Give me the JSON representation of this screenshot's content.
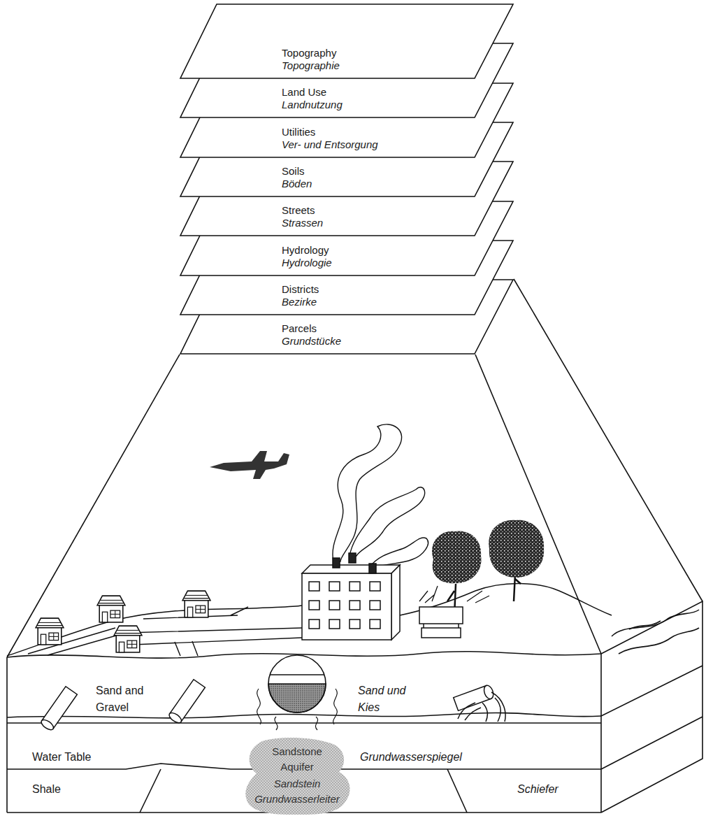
{
  "diagram": {
    "nodes": [
      {
        "text": [
          "Topography",
          "Topographie"
        ]
      },
      {
        "text": [
          "Land Use",
          "Landnutzung"
        ]
      },
      {
        "text": [
          "Utilities",
          "Ver- und Entsorgung"
        ]
      },
      {
        "text": [
          "Soils",
          "Böden"
        ]
      },
      {
        "text": [
          "Streets",
          "Strassen"
        ]
      },
      {
        "text": [
          "Hydrology",
          "Hydrologie"
        ]
      },
      {
        "text": [
          "Districts",
          "Bezirke"
        ]
      },
      {
        "text": [
          "Parcels",
          "Grundstücke"
        ]
      },
      {
        "text": [
          "Sandstone Aquifer",
          "Sandstein Grundwasserleiter"
        ]
      }
    ],
    "labels": [
      "Sand and Gravel",
      "Sand und Kies",
      "Water Table",
      "Grundwasserspiegel",
      "Shale",
      "Schiefer"
    ]
  }
}
